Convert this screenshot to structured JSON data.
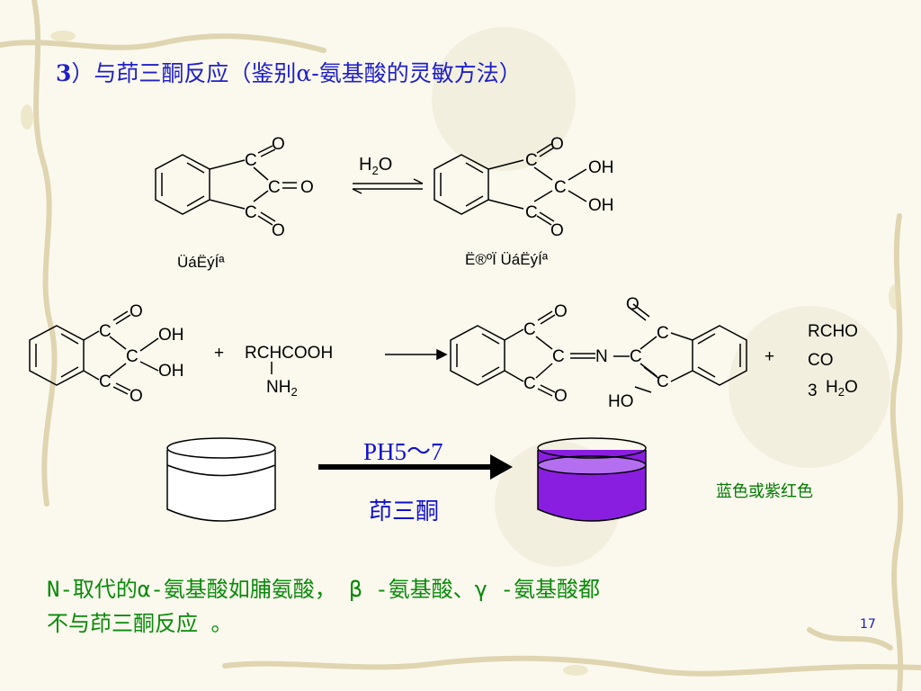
{
  "slide": {
    "title": {
      "number": "3",
      "text": "）与茚三酮反应（鉴别α-氨基酸的灵敏方法）"
    },
    "reaction1": {
      "reagent": "H2O",
      "left_caption": "ÜáËýÍª",
      "right_caption": "Ë®ºÏ ÜáËýÍª"
    },
    "reaction2": {
      "plus1": "+",
      "reactant": "RCHCOOH",
      "reactant_sub": "NH2",
      "plus2": "+",
      "products": [
        "RCHO",
        "CO",
        "H2O"
      ],
      "stoich": "3"
    },
    "test": {
      "condition": "PH5～7",
      "reagent": "茚三酮",
      "result_color_label": "蓝色或紫红色",
      "result_color": "#8a1ee0"
    },
    "note_line1": "N-取代的α-氨基酸如脯氨酸， β -氨基酸、γ -氨基酸都",
    "note_line2": "不与茚三酮反应 。",
    "page_number": "17"
  }
}
